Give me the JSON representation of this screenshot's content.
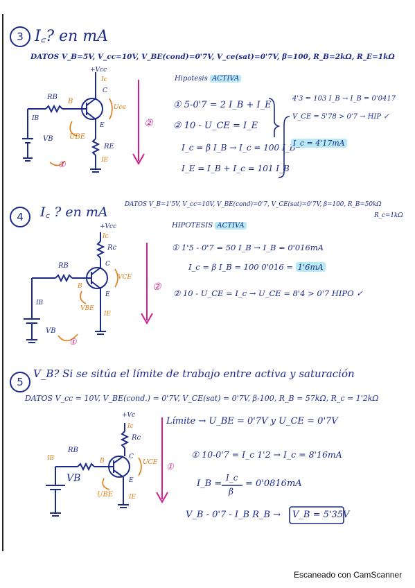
{
  "p3": {
    "number": "3",
    "title": "I꜀? en mA",
    "datos": "DATOS  V_B=5V, V_cc=10V, V_BE(cond)=0'7V, V_ce(sat)=0'7V, β=100, R_B=2kΩ, R_E=1kΩ",
    "hypothesis": "Hipotesis",
    "hypothesis_hl": "ACTIVA",
    "eq1": "① 5-0'7 = 2 I_B + I_E",
    "eq2": "② 10 - U_CE = I_E",
    "eq3": "I_c = β I_B → I_c = 100 I_B",
    "eq4": "I_E = I_B + I_c = 101 I_B",
    "r1": "4'3 = 103 I_B → I_B = 0'0417",
    "r2": "V_CE = 5'78 > 0'7 → HIP ✓",
    "result": "I_c = 4'17mA",
    "loop1": "①",
    "loop2": "②",
    "labels": {
      "vcc": "+Vcc",
      "ic": "Ic",
      "rb": "RB",
      "b": "B",
      "c": "C",
      "e": "E",
      "ib": "IB",
      "vb": "VB",
      "ube": "UBE",
      "uce": "Uce",
      "re": "RE",
      "ie": "IE"
    }
  },
  "p4": {
    "number": "4",
    "title": "I꜀ ? en mA",
    "datos": "DATOS V_B=1'5V, V_cc=10V, V_BE(cond)=0'7, V_CE(sat)=0'7V, β=100, R_B=50kΩ",
    "datos2": "R_c=1kΩ",
    "hypothesis": "HIPOTESIS",
    "hypothesis_hl": "ACTIVA",
    "eq1": "① 1'5 - 0'7 = 50 I_B → I_B = 0'016mA",
    "eq2_pre": "I_c = β I_B = 100 0'016 =",
    "eq2_hl": "1'6mA",
    "eq3": "② 10 - U_CE = I_c → U_CE = 8'4 > 0'7 HIPO ✓",
    "loop1": "①",
    "loop2": "②",
    "labels": {
      "vcc": "+Vcc",
      "ic": "Ic",
      "rc": "Rc",
      "rb": "RB",
      "b": "B",
      "c": "C",
      "e": "E",
      "ib": "IB",
      "vb": "VB",
      "vbe": "VBE",
      "vce": "VCE",
      "ie": "IE"
    }
  },
  "p5": {
    "number": "5",
    "title": "V_B? Si se sitúa el límite de trabajo entre activa y saturación",
    "datos": "DATOS   V_cc = 10V, V_BE(cond.) = 0'7V, V_CE(sat) = 0'7V, β-100, R_B = 57kΩ, R_c = 1'2kΩ",
    "limit": "Límite → U_BE = 0'7V y U_CE = 0'7V",
    "eq1": "① 10-0'7 = I_c 1'2 → I_c = 8'16mA",
    "eq2_lhs": "I_B =",
    "eq2_num": "I_c",
    "eq2_den": "β",
    "eq2_rhs": "= 0'0816mA",
    "eq3": "V_B - 0'7 - I_B R_B →",
    "eq3_box": "V_B = 5'35V",
    "loop1": "①",
    "labels": {
      "vc": "+Vc",
      "ic": "Ic",
      "rc": "Rc",
      "rb": "RB",
      "ib": "IB",
      "b": "B",
      "c": "C",
      "e": "E",
      "vb": "VB",
      "ube": "UBE",
      "uce": "UCE",
      "ie": "IE"
    }
  },
  "footer": "Escaneado con CamScanner",
  "colors": {
    "ink": "#1b2a8a",
    "highlight": "#b9e9f2",
    "magenta": "#d01e8c",
    "orange": "#e07b10"
  }
}
